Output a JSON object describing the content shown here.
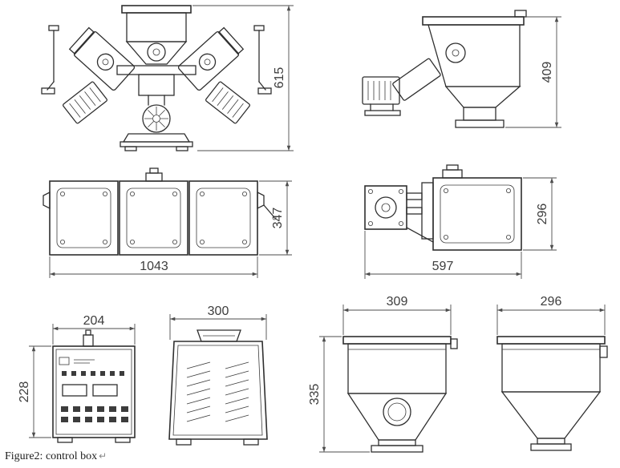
{
  "caption": {
    "text": "Figure2: control box",
    "return_mark": "↵"
  },
  "dimensions": {
    "d615": "615",
    "d409": "409",
    "d347": "347",
    "d1043": "1043",
    "d296_unit": "296",
    "d597": "597",
    "d204": "204",
    "d228": "228",
    "d300": "300",
    "d309": "309",
    "d335": "335",
    "d296_hopper": "296"
  },
  "colors": {
    "line": "#2f2f2f",
    "dimension_text": "#3d3d3d",
    "background": "#ffffff"
  }
}
